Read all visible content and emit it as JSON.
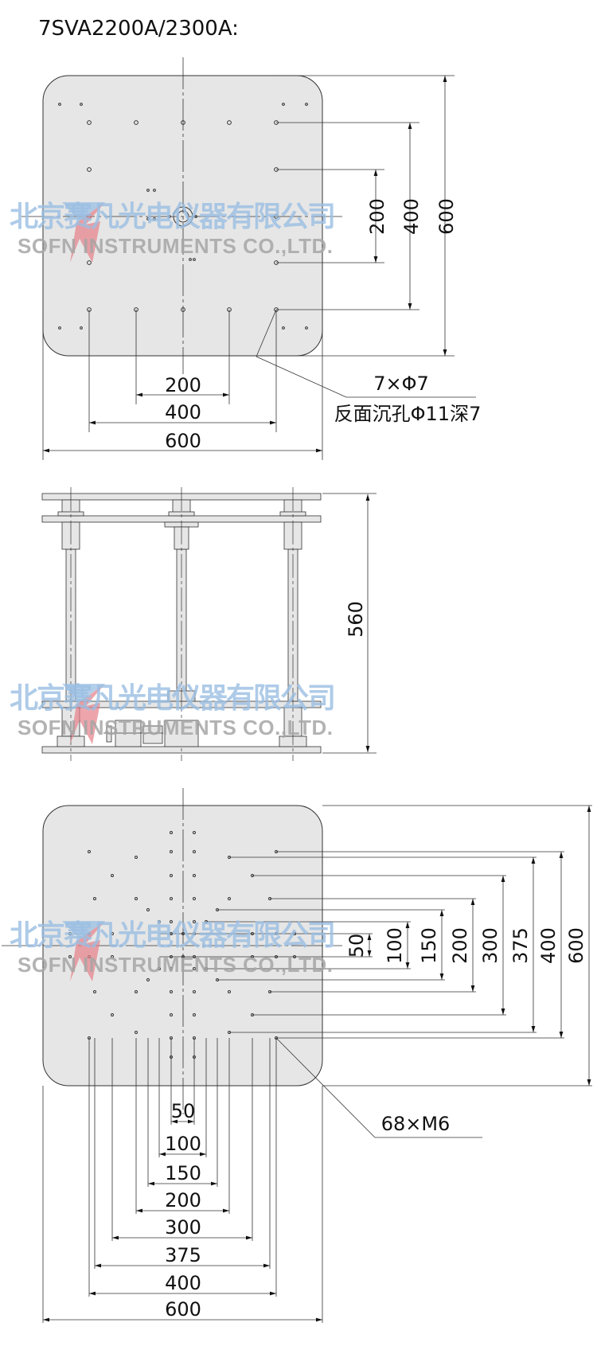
{
  "title": "7SVA2200A/2300A:",
  "top_view": {
    "vertical_dims": [
      "200",
      "400",
      "600"
    ],
    "horizontal_dims": [
      "200",
      "400",
      "600"
    ],
    "note_line1": "7×Φ7",
    "note_line2": "反面沉孔Φ11深7"
  },
  "side_view": {
    "height_dim": "560"
  },
  "bottom_view": {
    "vertical_dims": [
      "50",
      "100",
      "150",
      "200",
      "300",
      "375",
      "400",
      "600"
    ],
    "horizontal_dims": [
      "50",
      "100",
      "150",
      "200",
      "300",
      "375",
      "400",
      "600"
    ],
    "note": "68×M6"
  },
  "watermark": {
    "company_cn": "北京赛凡光电仪器有限公司",
    "company_en": "SOFN INSTRUMENTS CO.,LTD."
  },
  "colors": {
    "plate_fill": "#e6e6e6",
    "line": "#333333",
    "watermark_blue": "#9bbfe3",
    "watermark_red": "#e57f87",
    "watermark_grey": "#a6a6a6"
  }
}
